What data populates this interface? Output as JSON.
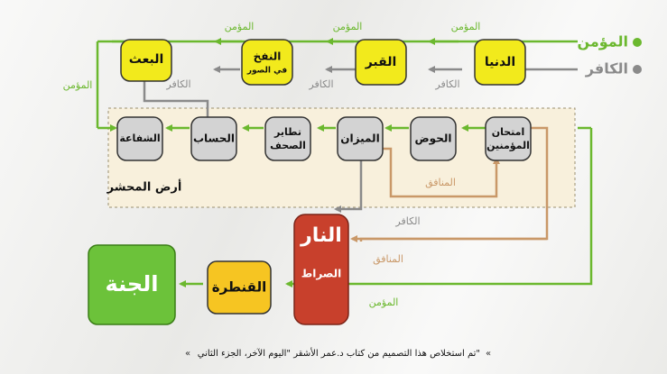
{
  "colors": {
    "believer": "#6bb82e",
    "disbeliever": "#8a8a8a",
    "hypocrite": "#c99868",
    "yellow_node": "#f2ea1c",
    "gray_node": "#d3d3d3",
    "gold_node": "#f6c522",
    "paradise": "#6cc23a",
    "fire": "#c8402c",
    "plain_fill": "#f8f0dc"
  },
  "legend": {
    "believer": "المؤمن",
    "disbeliever": "الكافر"
  },
  "nodes": {
    "dunya": "الدنيا",
    "qabr": "القبر",
    "nafkh_line1": "النفخ",
    "nafkh_line2": "في الصور",
    "bath": "البعث",
    "imtihan_line1": "امتحان",
    "imtihan_line2": "المؤمنين",
    "hawd": "الحوض",
    "mizan": "الميزان",
    "tatayur_line1": "تطاير",
    "tatayur_line2": "الصحف",
    "hisab": "الحساب",
    "shafaa": "الشفاعة",
    "nar": "النار",
    "sirat": "الصراط",
    "qantara": "القنطرة",
    "janna": "الجنة"
  },
  "plain_label": "أرض المحشر",
  "edge_labels": {
    "believer": "المؤمن",
    "disbeliever": "الكافر",
    "hypocrite": "المنافق"
  },
  "credit": "تم استخلاص هذا التصميم من كتاب د.عمر الأشقر \"اليوم الآخر، الجزء الثاني\""
}
